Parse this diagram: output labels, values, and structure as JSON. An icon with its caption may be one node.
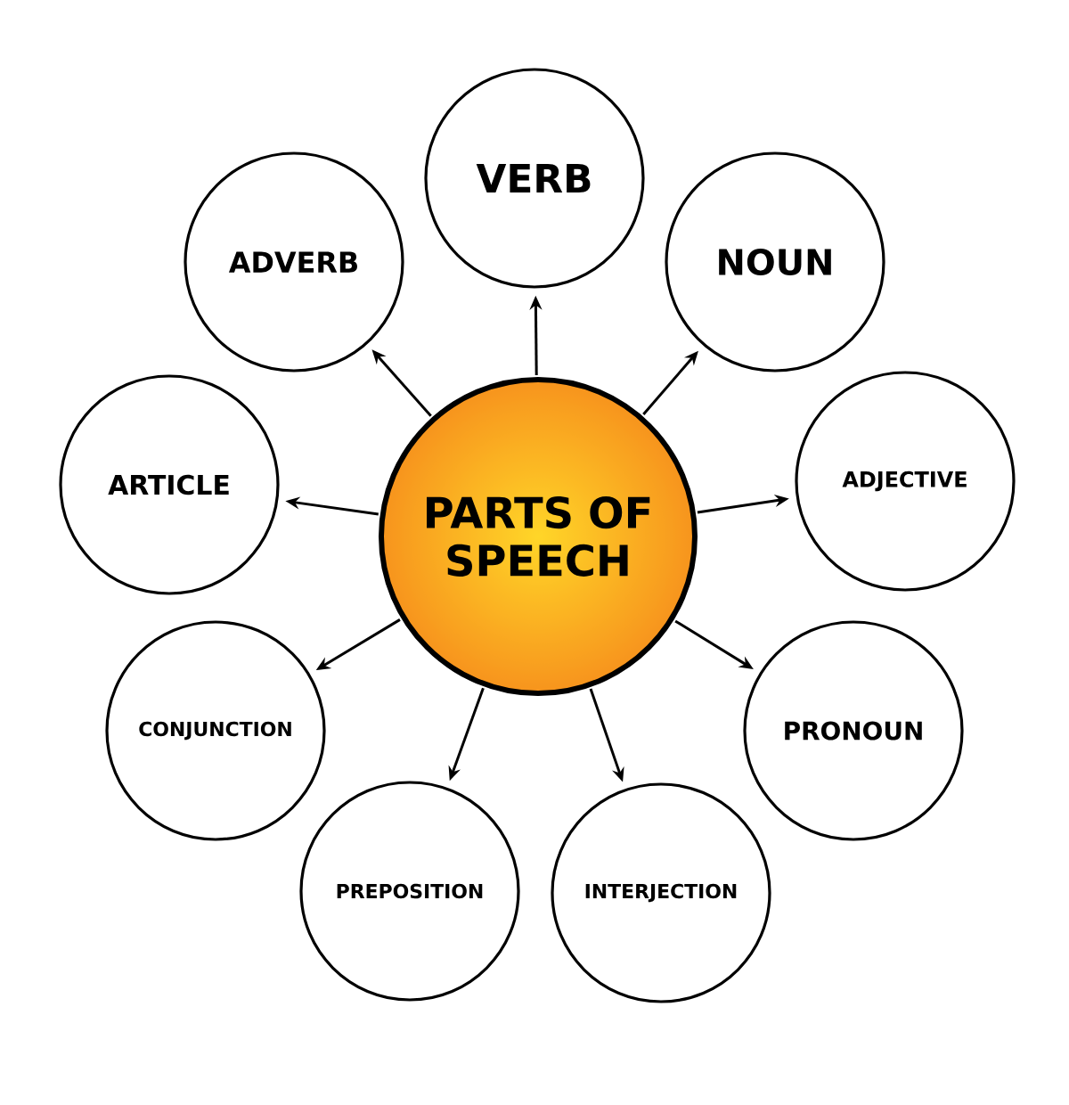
{
  "diagram": {
    "nodes": [
      {
        "text": [
          "PARTS OF SPEECH"
        ]
      },
      {
        "text": [
          "VERB"
        ]
      },
      {
        "text": [
          "NOUN"
        ]
      },
      {
        "text": [
          "ADJECTIVE"
        ]
      },
      {
        "text": [
          "PRONOUN"
        ]
      },
      {
        "text": [
          "INTERJECTION"
        ]
      },
      {
        "text": [
          "PREPOSITION"
        ]
      },
      {
        "text": [
          "CONJUNCTION"
        ]
      },
      {
        "text": [
          "ARTICLE"
        ]
      },
      {
        "text": [
          "ADVERB"
        ]
      }
    ],
    "edges": [
      {
        "from": 0,
        "to": 1,
        "arrow": "to"
      },
      {
        "from": 0,
        "to": 2,
        "arrow": "to"
      },
      {
        "from": 0,
        "to": 3,
        "arrow": "to"
      },
      {
        "from": 0,
        "to": 4,
        "arrow": "to"
      },
      {
        "from": 0,
        "to": 5,
        "arrow": "to"
      },
      {
        "from": 0,
        "to": 6,
        "arrow": "to"
      },
      {
        "from": 0,
        "to": 7,
        "arrow": "to"
      },
      {
        "from": 0,
        "to": 8,
        "arrow": "to"
      },
      {
        "from": 0,
        "to": 9,
        "arrow": "to"
      }
    ]
  }
}
